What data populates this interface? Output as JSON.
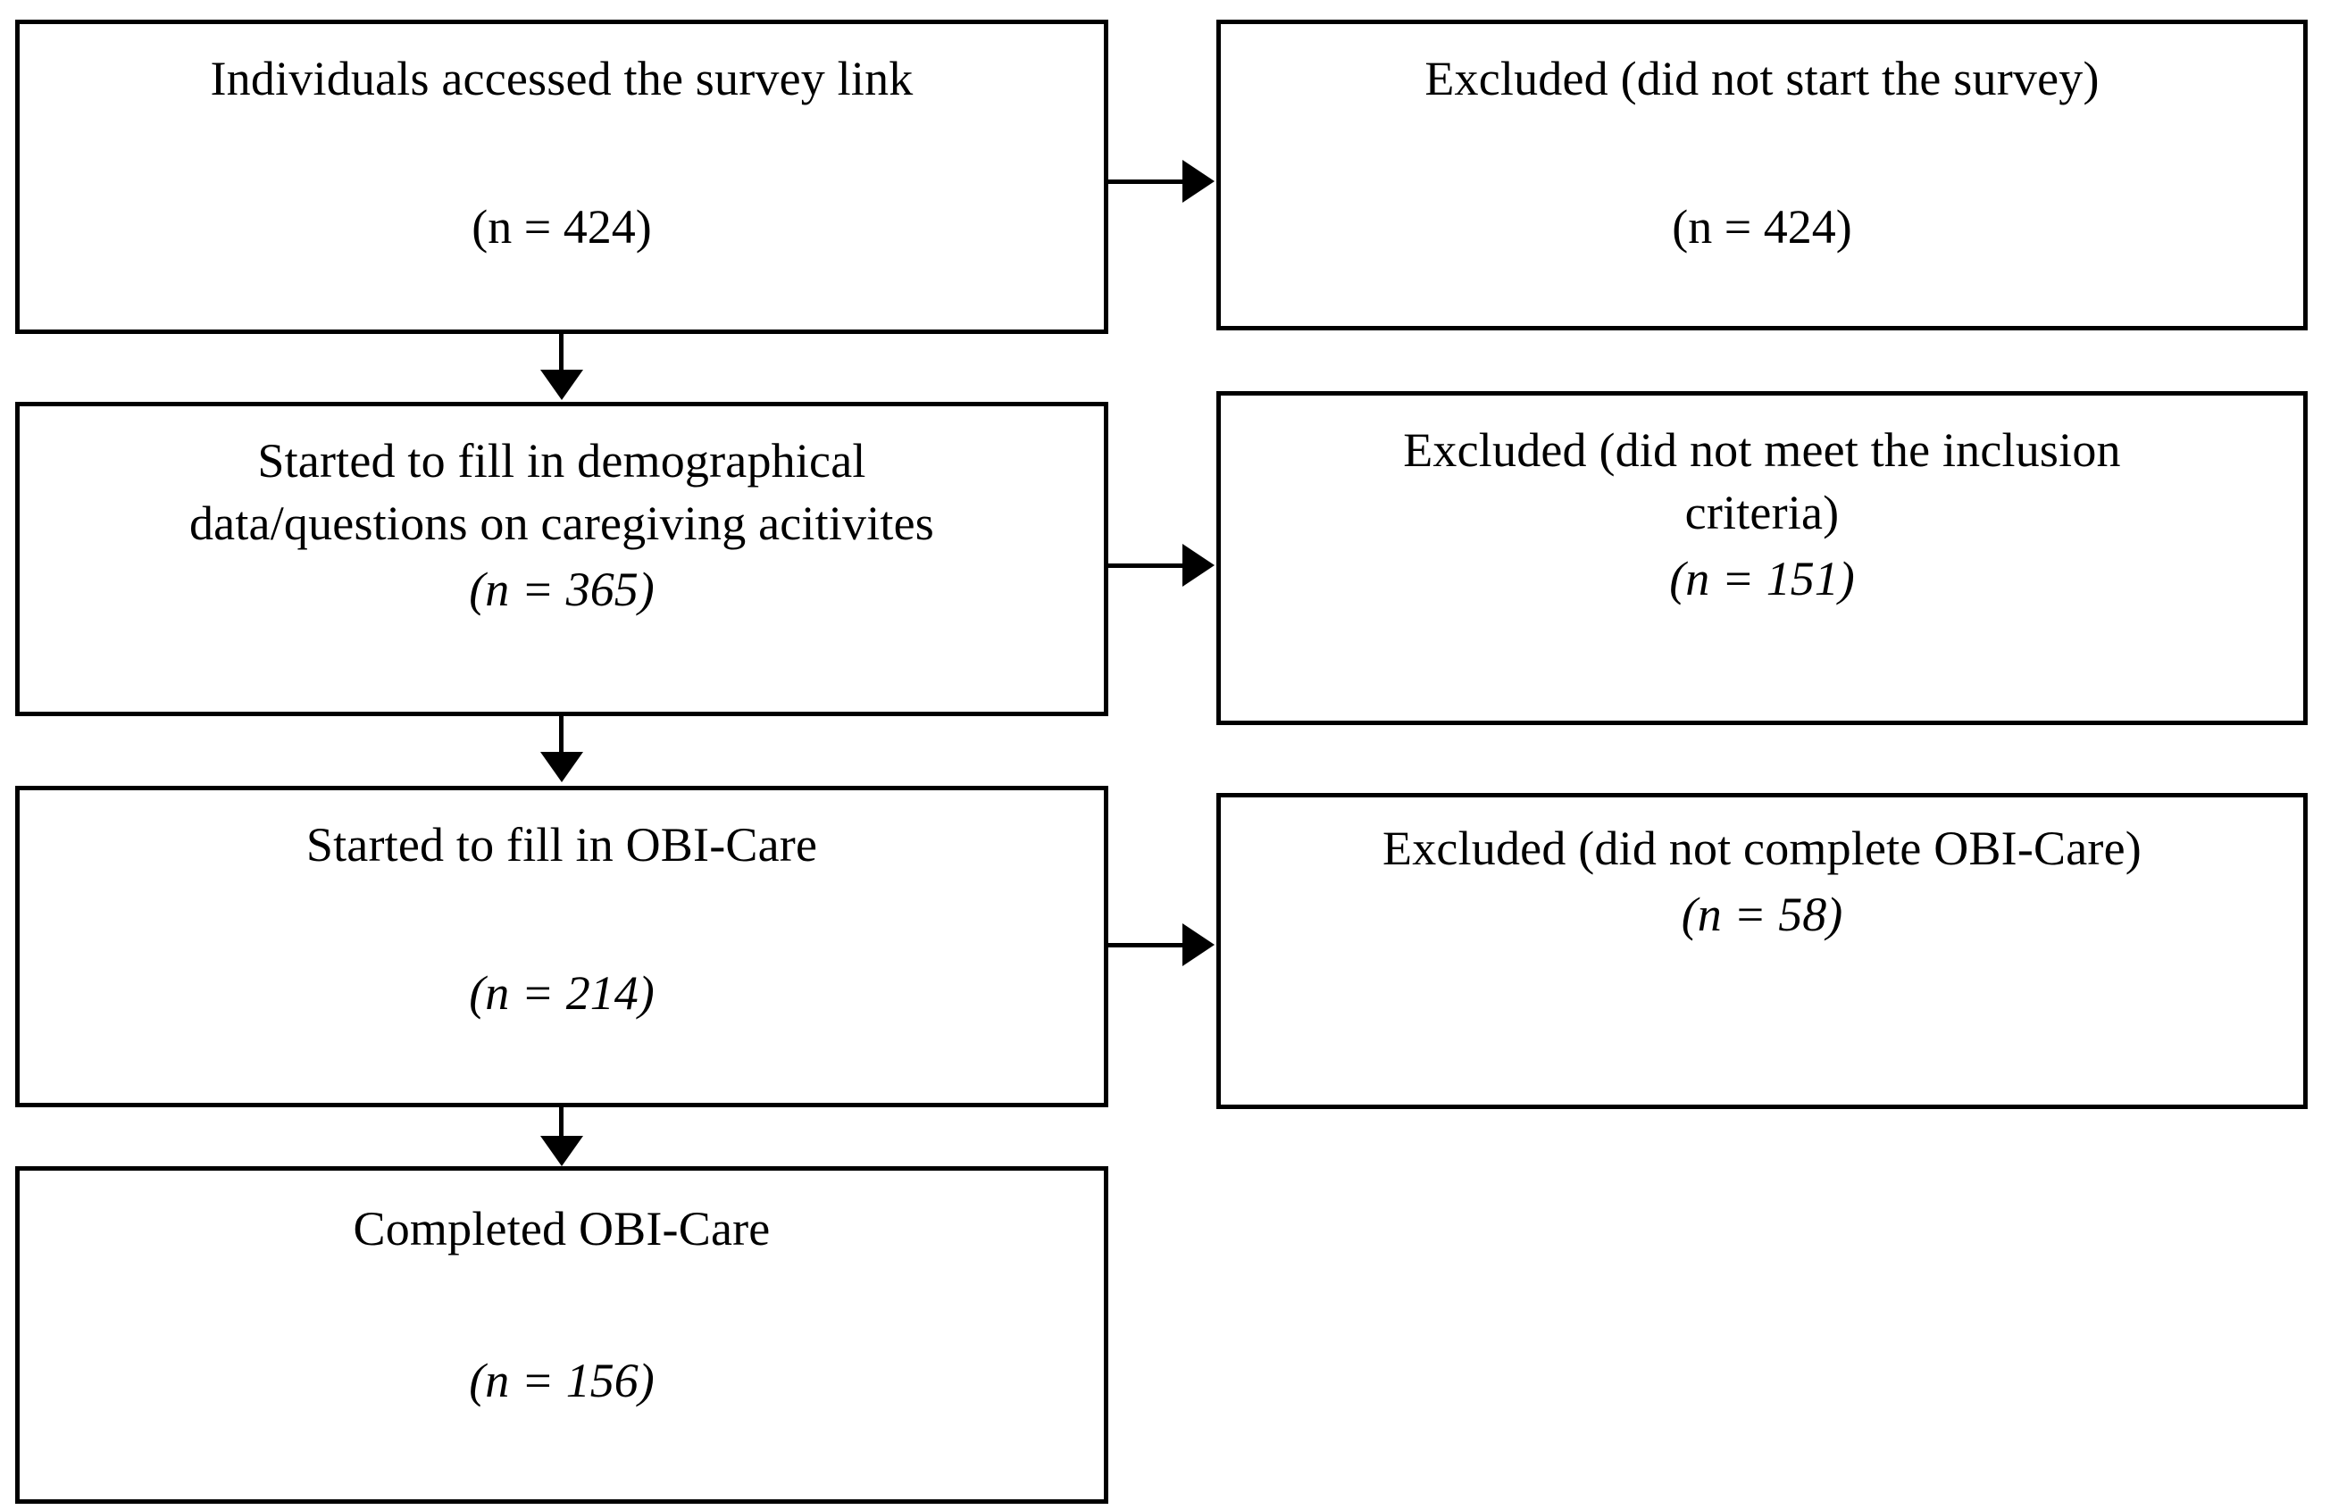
{
  "diagram": {
    "type": "participant-flow-diagram",
    "boxes": [
      {
        "id": "accessed",
        "text": "Individuals accessed the survey link",
        "count": "(n = 424)",
        "count_italic": false
      },
      {
        "id": "excluded-did-not-start",
        "text": "Excluded (did not start the survey)",
        "count": "(n = 424)",
        "count_italic": false
      },
      {
        "id": "demographical",
        "text": "Started to fill in demographical\ndata/questions on caregiving acitivites",
        "count": "(n = 365)",
        "count_italic": true
      },
      {
        "id": "excluded-inclusion-criteria",
        "text": "Excluded (did not meet the inclusion\ncriteria)",
        "count": "(n = 151)",
        "count_italic": true
      },
      {
        "id": "started-obi-care",
        "text": "Started to fill in OBI-Care",
        "count": "(n = 214)",
        "count_italic": true
      },
      {
        "id": "excluded-did-not-complete",
        "text": "Excluded (did not complete OBI-Care)",
        "count": "(n = 58)",
        "count_italic": true
      },
      {
        "id": "completed-obi-care",
        "text": "Completed OBI-Care",
        "count": "(n = 156)",
        "count_italic": true
      }
    ],
    "colors": {
      "box_border": "#000000",
      "background": "#ffffff",
      "text": "#000000",
      "arrow": "#000000"
    }
  },
  "chart_data": {
    "type": "table",
    "title": "Survey participation flow",
    "categories": [
      "Individuals accessed the survey link",
      "Excluded (did not start the survey)",
      "Started to fill in demographical data/questions on caregiving acitivites",
      "Excluded (did not meet the inclusion criteria)",
      "Started to fill in OBI-Care",
      "Excluded (did not complete OBI-Care)",
      "Completed OBI-Care"
    ],
    "values": [
      424,
      424,
      365,
      151,
      214,
      58,
      156
    ],
    "xlabel": "Stage",
    "ylabel": "n"
  }
}
